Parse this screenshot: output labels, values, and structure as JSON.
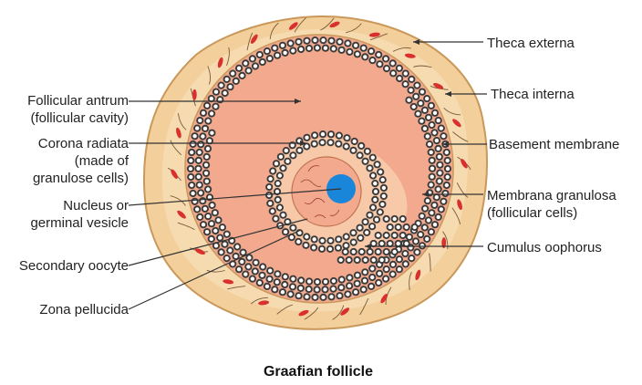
{
  "caption": "Graafian follicle",
  "labels": {
    "theca_externa": "Theca externa",
    "theca_interna": "Theca interna",
    "basement_membrane": "Basement membrane",
    "membrana_granulosa_1": "Membrana granulosa",
    "membrana_granulosa_2": "(follicular cells)",
    "cumulus_oophorus": "Cumulus oophorus",
    "follicular_antrum_1": "Follicular antrum",
    "follicular_antrum_2": "(follicular cavity)",
    "corona_radiata_1": "Corona radiata",
    "corona_radiata_2": "(made of",
    "corona_radiata_3": "granulose cells)",
    "nucleus_1": "Nucleus or",
    "nucleus_2": "germinal vesicle",
    "secondary_oocyte": "Secondary oocyte",
    "zona_pellucida": "Zona pellucida"
  },
  "colors": {
    "theca_externa": "#f3cf9b",
    "theca_outline": "#c9985a",
    "theca_interna": "#f6dbb1",
    "antrum": "#f2a98e",
    "granulosa_cell": "#3a3a3a",
    "cell_nucleus": "#ffffff",
    "red_cells": "#d9302e",
    "nucleus_blue": "#1a86d9",
    "oocyte": "#f2a98e",
    "zona": "#f8c9a8"
  }
}
